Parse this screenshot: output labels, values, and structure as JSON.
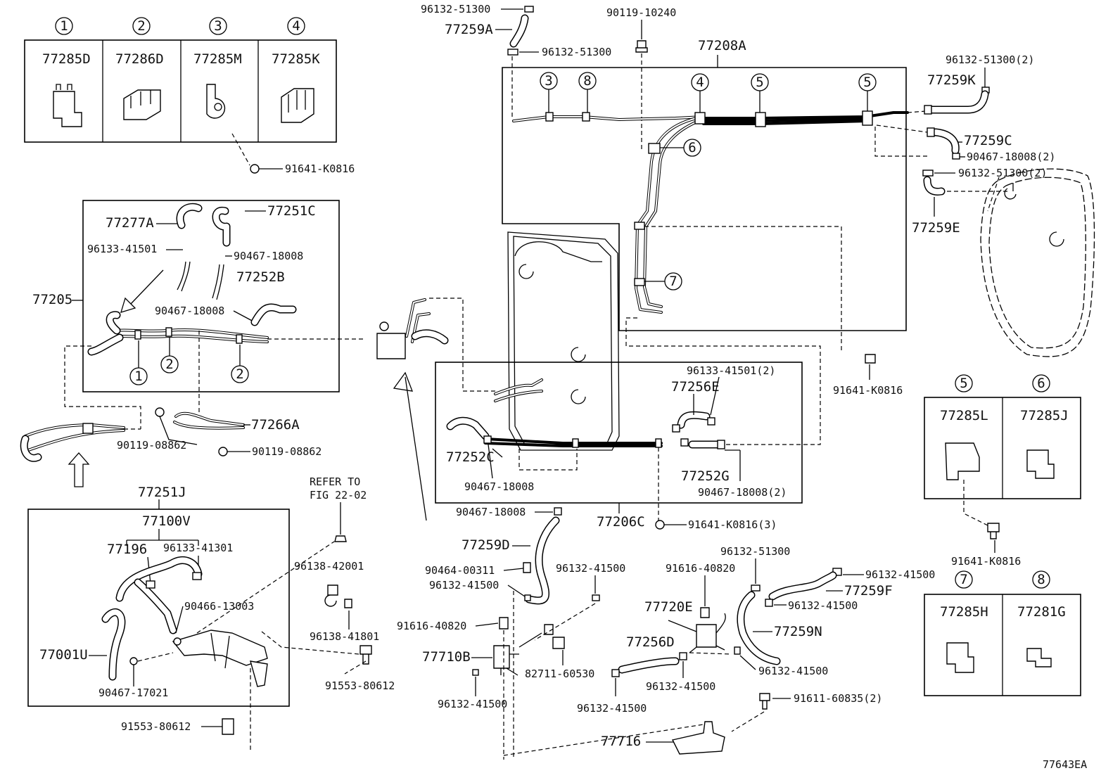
{
  "figure_id": "77643EA",
  "refer_note": [
    "REFER TO",
    "FIG 22-02"
  ],
  "clip_boxes_top": [
    {
      "num": "1",
      "part": "77285D"
    },
    {
      "num": "2",
      "part": "77286D"
    },
    {
      "num": "3",
      "part": "77285M"
    },
    {
      "num": "4",
      "part": "77285K"
    }
  ],
  "clip_boxes_right_upper": [
    {
      "num": "5",
      "part": "77285L"
    },
    {
      "num": "6",
      "part": "77285J"
    }
  ],
  "clip_boxes_right_lower": [
    {
      "num": "7",
      "part": "77285H"
    },
    {
      "num": "8",
      "part": "77281G"
    }
  ],
  "left_assembly": {
    "assembly": "77205",
    "parts": [
      "77277A",
      "77251C",
      "96133-41501",
      "90467-18008",
      "77252B",
      "90467-18008"
    ],
    "callouts": [
      "1",
      "2",
      "2"
    ]
  },
  "lower_left_box": {
    "title": "77251J",
    "sub": "77100V",
    "parts": [
      "77196",
      "96133-41301",
      "90466-13003",
      "77001U",
      "90467-17021"
    ]
  },
  "fuel_tank_assembly": {
    "assembly": "77206C",
    "parts": [
      "96133-41501(2)",
      "77256E",
      "77252C",
      "90467-18008",
      "77252G",
      "90467-18008(2)",
      "91641-K0816(3)"
    ]
  },
  "upper_assembly": {
    "assembly": "77208A",
    "callouts": [
      "3",
      "8",
      "4",
      "5",
      "5",
      "6",
      "7"
    ]
  },
  "labels": {
    "p96132_51300_top": "96132-51300",
    "p77259A": "77259A",
    "p96132_51300_b": "96132-51300",
    "p90119_10240": "90119-10240",
    "p96132_51300_2a": "96132-51300(2)",
    "p77259K": "77259K",
    "p77259C": "77259C",
    "p90467_18008_2": "90467-18008(2)",
    "p96132_51300_2b": "96132-51300(2)",
    "p77259E": "77259E",
    "p91641_K0816_a": "91641-K0816",
    "p91641_K0816_b": "91641-K0816",
    "p91641_K0816_c": "91641-K0816",
    "p77266A": "77266A",
    "p90119_08862_a": "90119-08862",
    "p90119_08862_b": "90119-08862",
    "p90467_18008_d": "90467-18008",
    "p77259D": "77259D",
    "p90464_00311": "90464-00311",
    "p96132_41500_a": "96132-41500",
    "p96132_41500_b": "96132-41500",
    "p91616_40820_a": "91616-40820",
    "p77710B": "77710B",
    "p82711_60530": "82711-60530",
    "p96132_41500_c": "96132-41500",
    "p96138_42001": "96138-42001",
    "p96138_41801": "96138-41801",
    "p91553_80612_a": "91553-80612",
    "p91553_80612_b": "91553-80612",
    "p96132_51300_c": "96132-51300",
    "p91616_40820_b": "91616-40820",
    "p96132_41500_d": "96132-41500",
    "p77259F": "77259F",
    "p96132_41500_e": "96132-41500",
    "p77720E": "77720E",
    "p77259N": "77259N",
    "p77256D": "77256D",
    "p96132_41500_f": "96132-41500",
    "p96132_41500_g": "96132-41500",
    "p96132_41500_h": "96132-41500",
    "p91611_60835": "91611-60835(2)",
    "p77716": "77716"
  }
}
